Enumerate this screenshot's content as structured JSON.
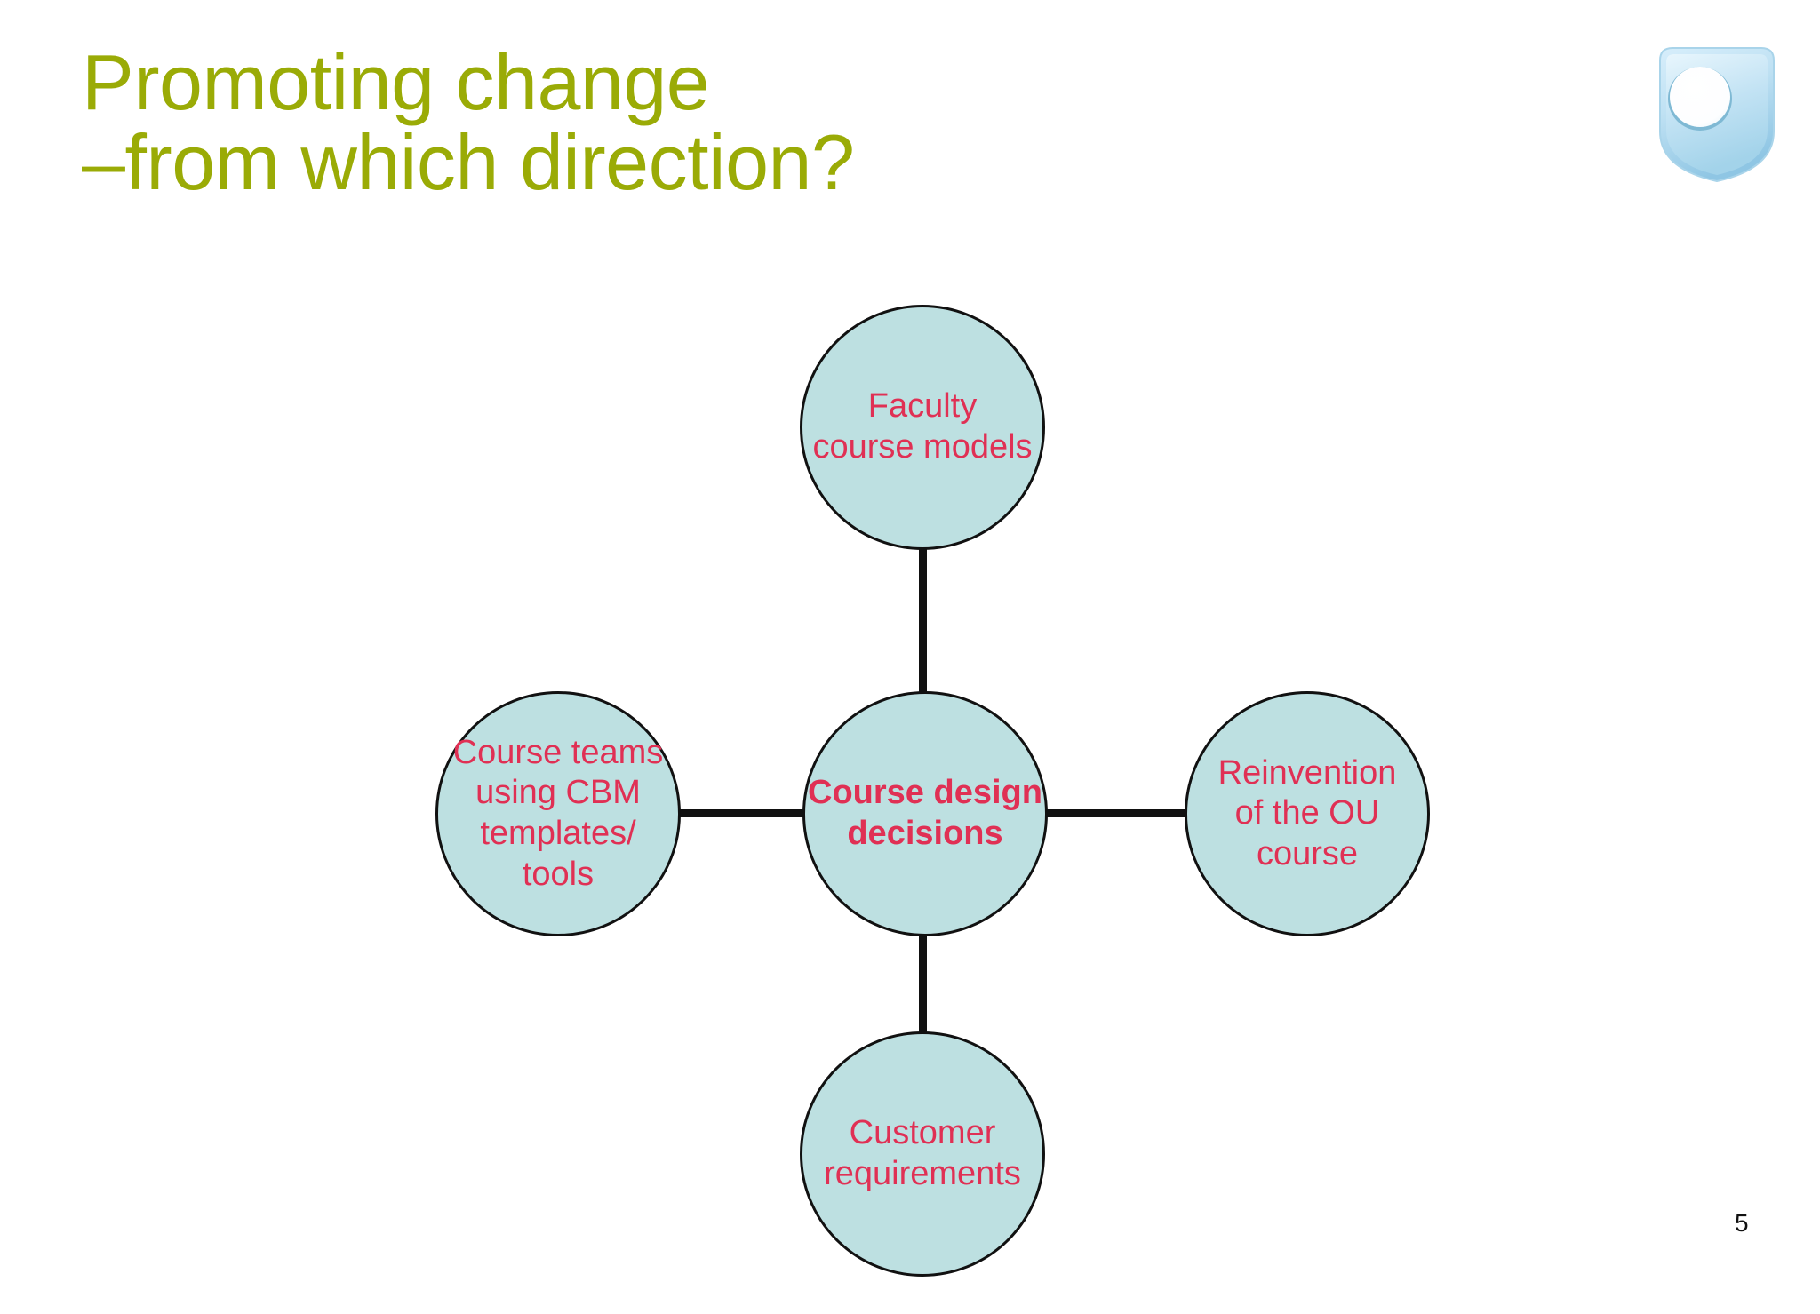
{
  "slide": {
    "title_line_1": "Promoting change",
    "title_line_2": "–from which direction?",
    "title_color": "#9aab06",
    "page_number": "5",
    "background_color": "#ffffff"
  },
  "logo": {
    "name": "open-university-shield-logo",
    "fill_color": "#bfe0f2",
    "highlight_color": "#ffffff"
  },
  "diagram": {
    "type": "hub-and-spoke",
    "node_fill_color": "#bde0e1",
    "node_border_color": "#111111",
    "node_text_color": "#e03054",
    "connector_color": "#111111",
    "center": {
      "label": "Course design decisions",
      "line_1": "Course design",
      "line_2": "decisions",
      "bold": true
    },
    "spokes": [
      {
        "position": "top",
        "label": "Faculty course models",
        "line_1": "Faculty",
        "line_2": "course models"
      },
      {
        "position": "right",
        "label": "Reinvention of the OU course",
        "line_1": "Reinvention",
        "line_2": "of the OU",
        "line_3": "course"
      },
      {
        "position": "bottom",
        "label": "Customer requirements",
        "line_1": "Customer",
        "line_2": "requirements"
      },
      {
        "position": "left",
        "label": "Course teams using CBM templates/ tools",
        "line_1": "Course teams",
        "line_2": "using CBM",
        "line_3": "templates/",
        "line_4": "tools"
      }
    ]
  }
}
